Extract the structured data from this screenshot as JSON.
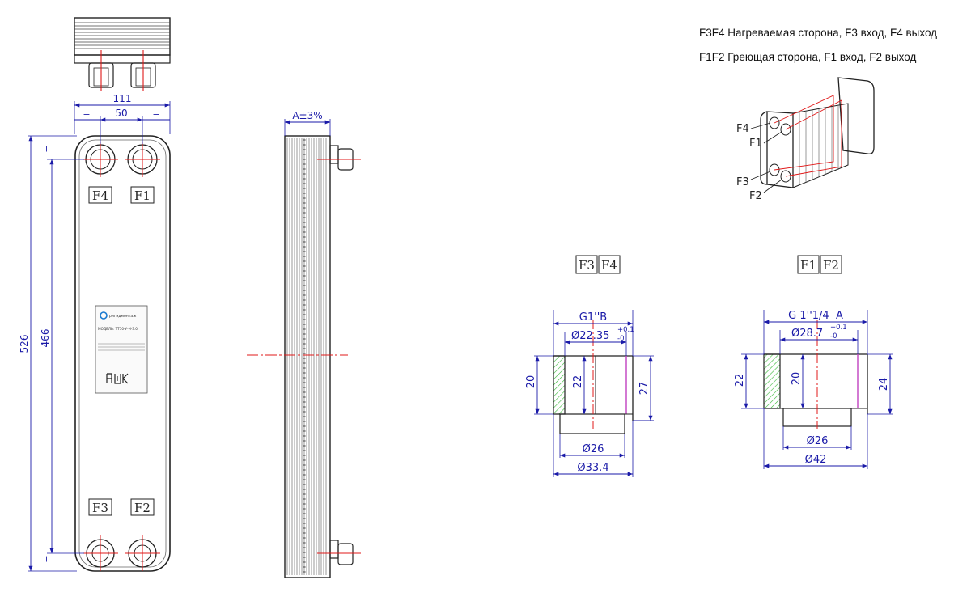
{
  "legend": {
    "heated_side": "F3F4 Нагреваемая сторона, F3 вход, F4 выход",
    "heating_side": "F1F2 Греющая сторона, F1 вход, F2 выход"
  },
  "front_view": {
    "width_overall": "111",
    "port_spacing": "50",
    "equal_mark": "=",
    "height_overall": "526",
    "port_center_distance": "466",
    "port_labels": {
      "f4": "F4",
      "f1": "F1",
      "f3": "F3",
      "f2": "F2"
    },
    "nameplate": {
      "brand": "ригидмонтаж",
      "model": "МОДЕЛЬ: ТТ50-У-Н-3.0"
    }
  },
  "side_view": {
    "thickness_label": "A±3%"
  },
  "iso_view": {
    "labels": {
      "f4": "F4",
      "f1": "F1",
      "f3": "F3",
      "f2": "F2"
    }
  },
  "connection_f3f4": {
    "title_a": "F3",
    "title_b": "F4",
    "thread": "G1''B",
    "inner_dia": "Ø22.35",
    "tol_upper": "+0.1",
    "tol_lower": "-0",
    "height_left": "20",
    "height_inner": "22",
    "height_right": "27",
    "dia_small": "Ø26",
    "dia_outer": "Ø33.4"
  },
  "connection_f1f2": {
    "title_a": "F1",
    "title_b": "F2",
    "thread": "G 1''1/4  A",
    "inner_dia": "Ø28.7",
    "tol_upper": "+0.1",
    "tol_lower": "-0",
    "height_left": "22",
    "height_inner": "20",
    "height_right": "24",
    "dia_small": "Ø26",
    "dia_outer": "Ø42"
  },
  "colors": {
    "outline": "#222222",
    "dimension": "#1a1aa8",
    "centerline": "#e01818",
    "hatch": "#38b838",
    "thread": "#c040c0"
  }
}
